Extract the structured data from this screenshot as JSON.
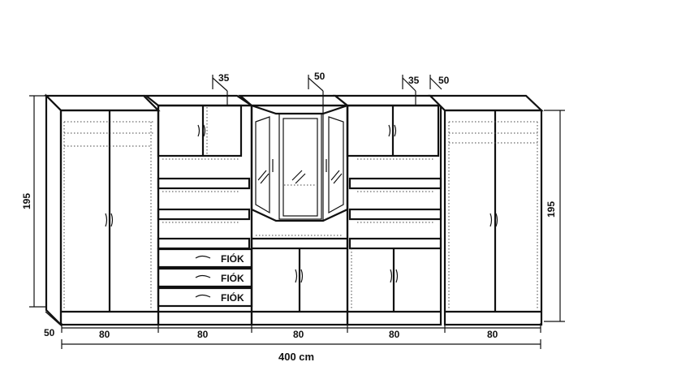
{
  "dimensions": {
    "height_left": "195",
    "height_right": "195",
    "depth": "50",
    "widths": [
      "80",
      "80",
      "80",
      "80",
      "80"
    ],
    "total_width": "400 cm",
    "top_depths": [
      "35",
      "50",
      "35",
      "50"
    ]
  },
  "drawer_labels": [
    "FIÓK",
    "FIÓK",
    "FIÓK"
  ]
}
